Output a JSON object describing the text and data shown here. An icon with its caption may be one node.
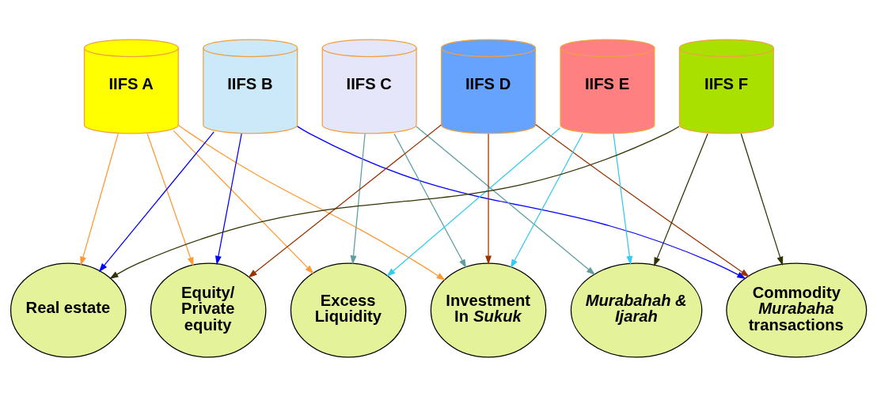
{
  "diagram": {
    "nodes": [
      {
        "text": [
          "IIFS A"
        ]
      },
      {
        "text": [
          "IIFS B"
        ]
      },
      {
        "text": [
          "IIFS C"
        ]
      },
      {
        "text": [
          "IIFS D"
        ]
      },
      {
        "text": [
          "IIFS E"
        ]
      },
      {
        "text": [
          "IIFS F"
        ]
      },
      {
        "text": [
          "Real estate"
        ]
      },
      {
        "text": [
          "Equity/ Private equity"
        ]
      },
      {
        "text": [
          "Excess Liquidity"
        ]
      },
      {
        "text": [
          "Investment In *Sukuk*"
        ]
      },
      {
        "text": [
          "Murabahah & Ijarah"
        ]
      },
      {
        "text": [
          "Commodity *Murabaha* transactions"
        ]
      }
    ],
    "edges": [
      {
        "from": 0,
        "to": 6,
        "arrow": "to",
        "color": "#ff9933"
      },
      {
        "from": 0,
        "to": 7,
        "arrow": "to",
        "color": "#ff9933"
      },
      {
        "from": 0,
        "to": 8,
        "arrow": "to",
        "color": "#ff9933"
      },
      {
        "from": 0,
        "to": 9,
        "arrow": "to",
        "color": "#ff9933"
      },
      {
        "from": 1,
        "to": 6,
        "arrow": "to",
        "color": "#0000ff"
      },
      {
        "from": 1,
        "to": 7,
        "arrow": "to",
        "color": "#0000ff"
      },
      {
        "from": 1,
        "to": 11,
        "arrow": "to",
        "color": "#0000ff"
      },
      {
        "from": 2,
        "to": 8,
        "arrow": "to",
        "color": "#5f9ea0"
      },
      {
        "from": 2,
        "to": 9,
        "arrow": "to",
        "color": "#5f9ea0"
      },
      {
        "from": 2,
        "to": 10,
        "arrow": "to",
        "color": "#5f9ea0"
      },
      {
        "from": 3,
        "to": 7,
        "arrow": "to",
        "color": "#993300"
      },
      {
        "from": 3,
        "to": 9,
        "arrow": "to",
        "color": "#993300"
      },
      {
        "from": 3,
        "to": 11,
        "arrow": "to",
        "color": "#993300"
      },
      {
        "from": 4,
        "to": 8,
        "arrow": "to",
        "color": "#33ccee"
      },
      {
        "from": 4,
        "to": 9,
        "arrow": "to",
        "color": "#33ccee"
      },
      {
        "from": 4,
        "to": 10,
        "arrow": "to",
        "color": "#33ccee"
      },
      {
        "from": 5,
        "to": 6,
        "arrow": "to",
        "color": "#333300"
      },
      {
        "from": 5,
        "to": 10,
        "arrow": "to",
        "color": "#333300"
      },
      {
        "from": 5,
        "to": 11,
        "arrow": "to",
        "color": "#333300"
      }
    ]
  }
}
